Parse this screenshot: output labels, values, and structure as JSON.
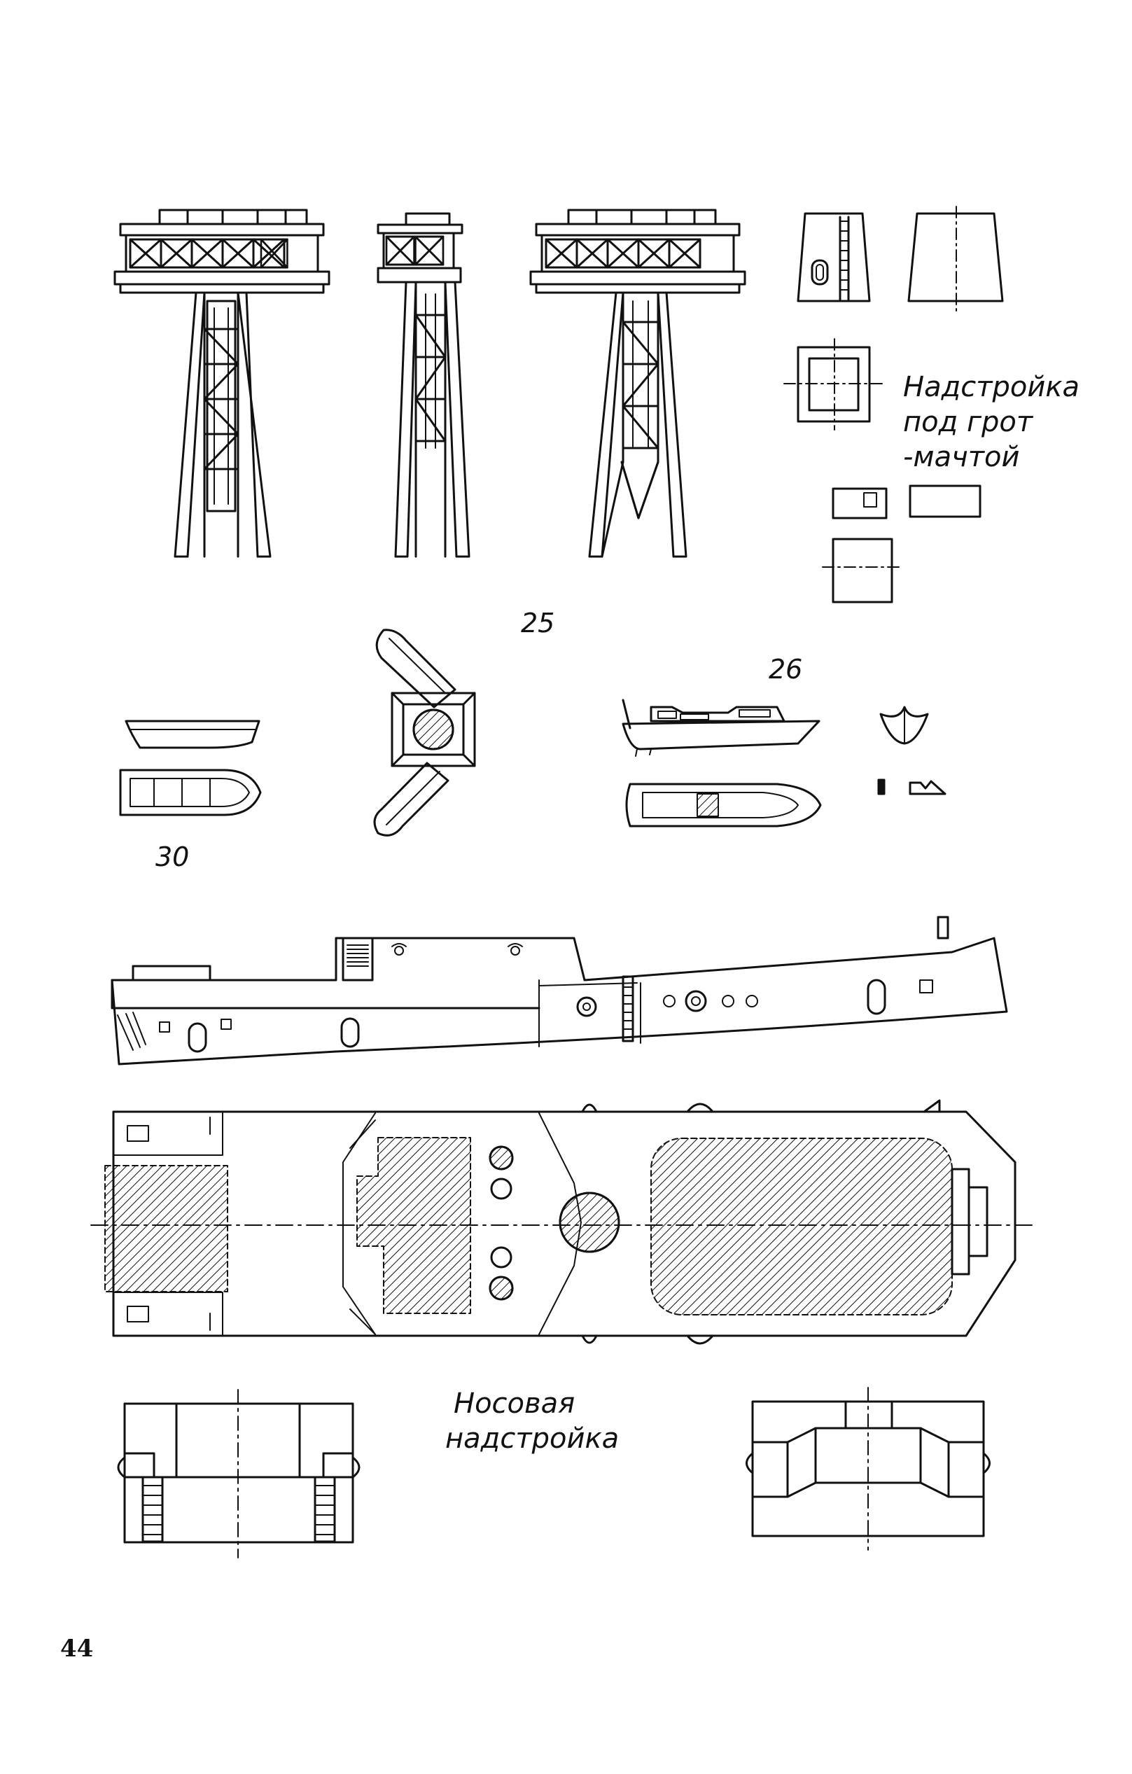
{
  "labels": {
    "mainmast_superstructure": [
      "Надстройка",
      "под грот",
      "-мачтой"
    ],
    "fig_25": "25",
    "fig_26": "26",
    "fig_30": "30",
    "bow_superstructure": [
      "Носовая",
      "надстройка"
    ]
  },
  "page_number": "44",
  "colors": {
    "ink": "#111111",
    "paper": "#ffffff"
  },
  "icons": [
    "lattice-tower",
    "searchlight-platform",
    "rowing-boat",
    "motor-launch",
    "crane-boom",
    "ship-hull-side",
    "ship-hull-plan"
  ]
}
